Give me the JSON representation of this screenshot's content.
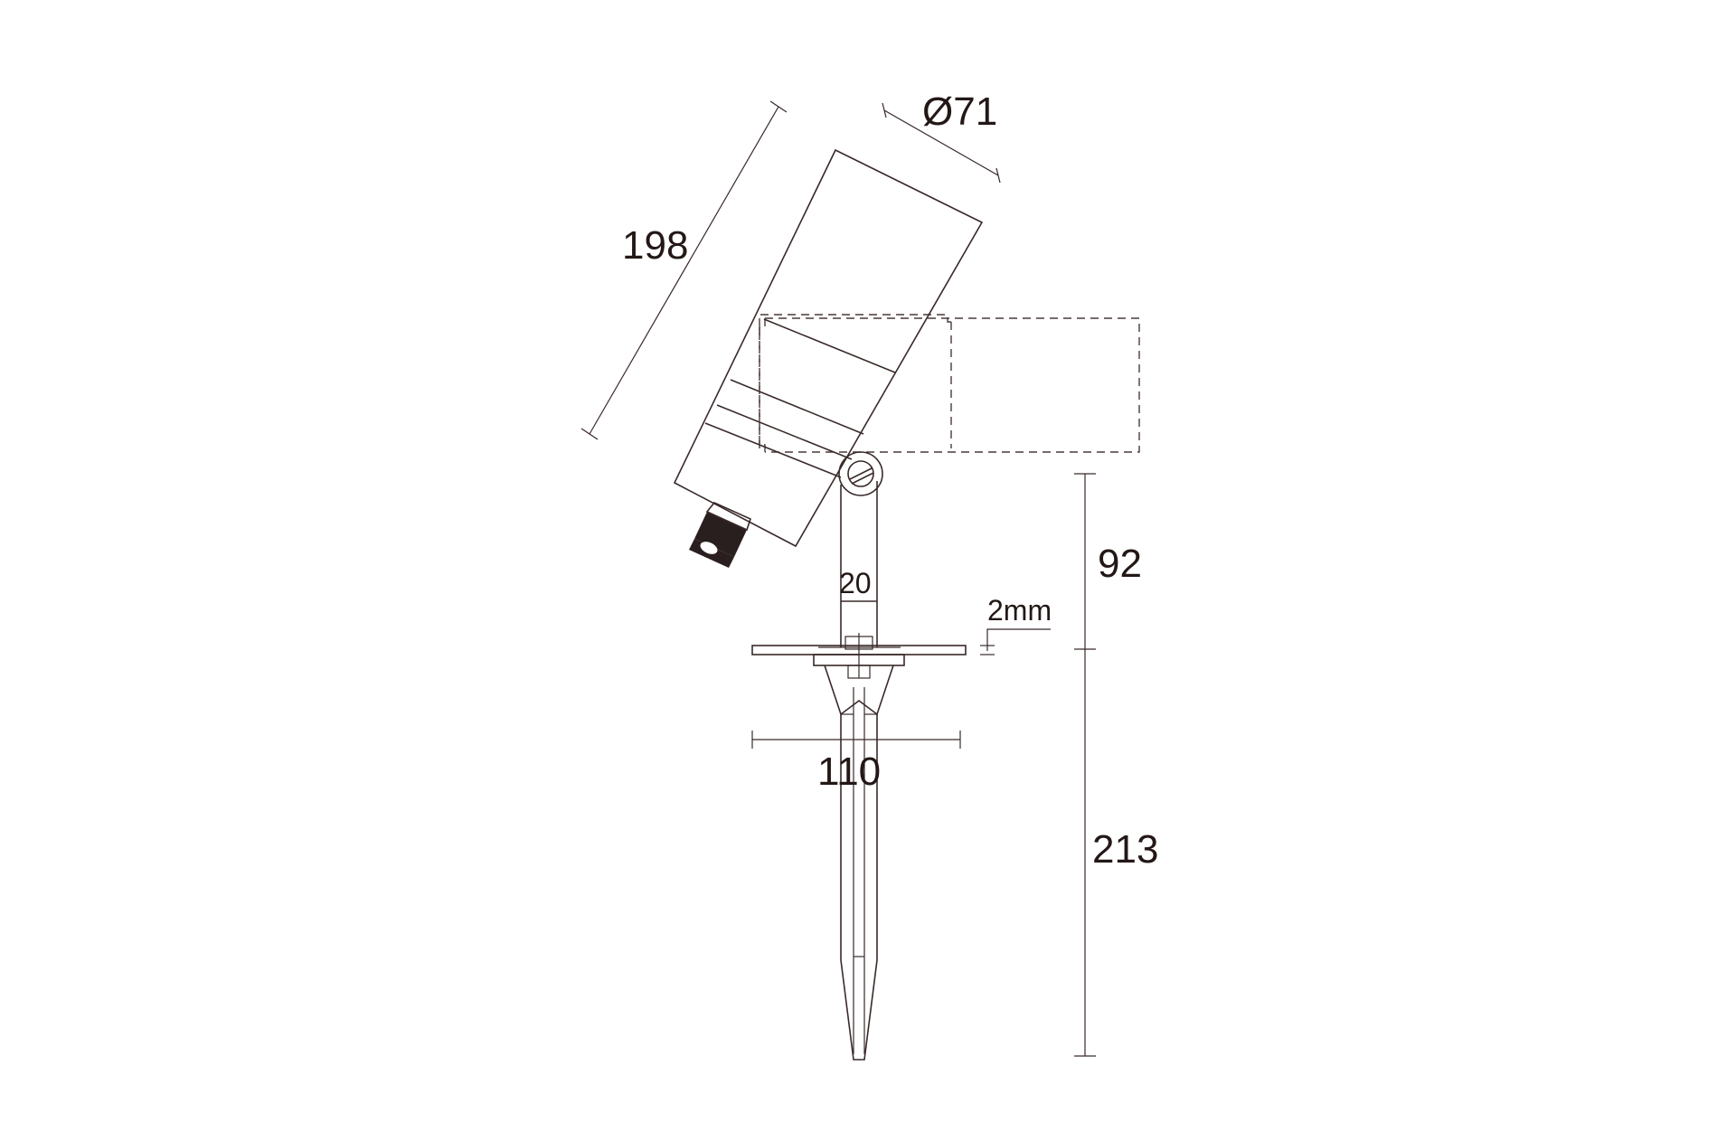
{
  "dimensions": {
    "length": "198",
    "diameter": "Ø71",
    "upper_height": "92",
    "lower_height": "213",
    "flange_width": "110",
    "stem_width": "20",
    "flange_thickness": "2mm"
  },
  "colors": {
    "line": "#3a2a2a",
    "text": "#231816",
    "background": "#ffffff"
  }
}
